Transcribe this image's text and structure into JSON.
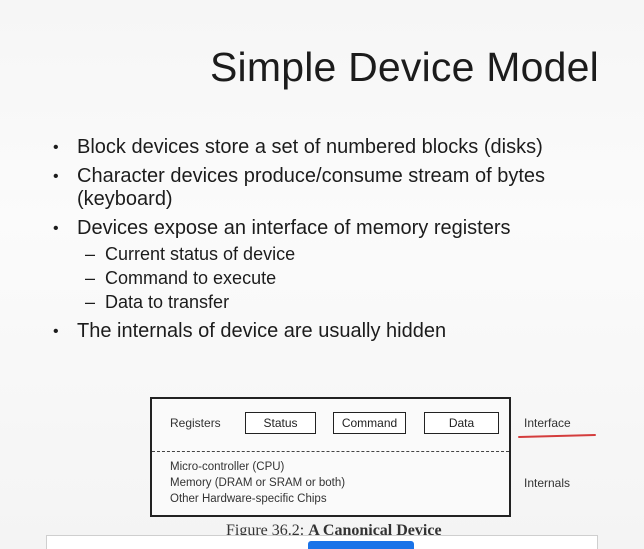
{
  "slide": {
    "title": "Simple Device Model",
    "bullets": [
      {
        "text": "Block devices store a set of numbered  blocks (disks)"
      },
      {
        "text": "Character devices produce/consume  stream of bytes  (keyboard)"
      },
      {
        "text": "Devices expose an interface of memory registers",
        "subs": [
          "Current status of device",
          "Command  to execute",
          "Data to transfer"
        ]
      },
      {
        "text": "The internals  of device are usually  hidden"
      }
    ]
  },
  "figure": {
    "registers_label": "Registers",
    "registers": [
      "Status",
      "Command",
      "Data"
    ],
    "internals": [
      "Micro-controller (CPU)",
      "Memory (DRAM or SRAM or both)",
      "Other Hardware-specific Chips"
    ],
    "interface_label": "Interface",
    "internals_label": "Internals",
    "caption_prefix": "Figure 36.2: ",
    "caption_bold": "A Canonical Device"
  },
  "colors": {
    "annotation": "#d43d3d",
    "button": "#1a73e8"
  }
}
